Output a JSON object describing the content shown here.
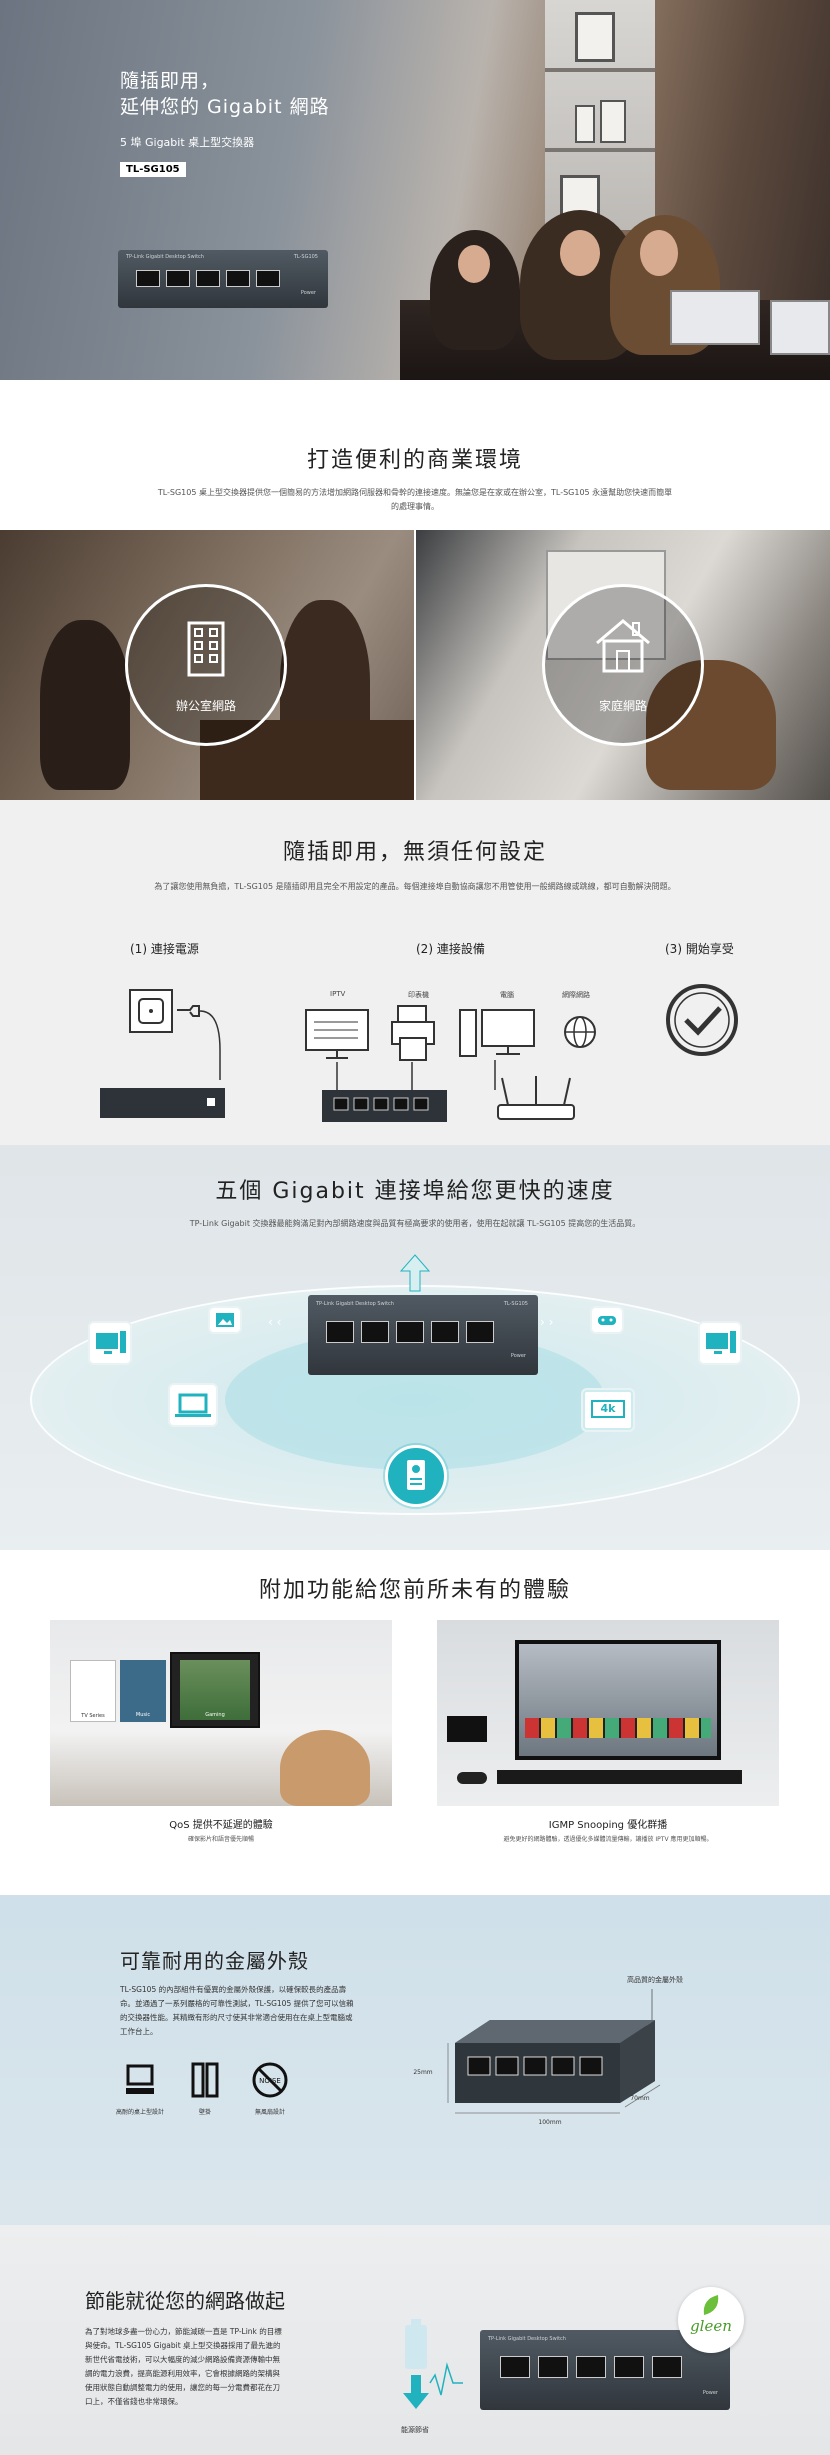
{
  "hero": {
    "title_line1": "隨插即用，",
    "title_line2": "延伸您的 Gigabit 網路",
    "subtitle": "5 埠 Gigabit 桌上型交換器",
    "model": "TL-SG105",
    "device_brand": "TP-Link Gigabit Desktop Switch",
    "device_model": "TL-SG105",
    "device_power": "Power"
  },
  "business": {
    "title": "打造便利的商業環境",
    "text": "TL-SG105 桌上型交換器提供您一個簡易的方法增加網路伺服器和骨幹的連接速度。無論您是在家或在辦公室，TL-SG105 永遠幫助您快速而簡單的處理事情。"
  },
  "scenes": {
    "office": "辦公室網路",
    "home": "家庭網路"
  },
  "plug": {
    "title": "隨插即用，無須任何設定",
    "text": "為了讓您使用無負擔，TL-SG105 是隨插即用且完全不用設定的產品。每個連接埠自動協商讓您不用管使用一般網路線或跳線，都可自動解決問題。",
    "step1": "(1) 連接電源",
    "step2": "(2) 連接設備",
    "step3": "(3) 開始享受",
    "devices": [
      "IPTV",
      "印表機",
      "電腦",
      "網際網路"
    ]
  },
  "giga": {
    "title": "五個 Gigabit 連接埠給您更快的速度",
    "text": "TP-Link Gigabit 交換器最能夠滿足對內部網路速度與品質有極高要求的使用者，使用在起就讓 TL-SG105 提高您的生活品質。",
    "badge_4k": "4k"
  },
  "extras": {
    "title": "附加功能給您前所未有的體驗",
    "qos_title": "QoS 提供不延遲的體驗",
    "qos_text": "確保影片和語音優先順暢",
    "igmp_title": "IGMP Snooping 優化群播",
    "igmp_text": "避免更好的網路體驗，透過優化多媒體流量傳輸，讓播放 IPTV 應用更加順暢。",
    "tv_tiles": [
      "TV Series",
      "Music",
      "Gaming"
    ]
  },
  "metal": {
    "title": "可靠耐用的金屬外殼",
    "text": "TL-SG105 的內部組件有優異的金屬外殼保護，以確保較長的產品壽命。並通過了一系列嚴格的可靠性測試，TL-SG105 提供了您可以信賴的交換器性能。其精緻有形的尺寸使其非常適合使用在在桌上型電腦或工作台上。",
    "case_label": "高品質的金屬外殼",
    "dim_h": "25mm",
    "dim_d": "70mm",
    "dim_w": "100mm",
    "icons": [
      "高耐的桌上型設計",
      "壁掛",
      "無風扇設計"
    ],
    "noise": "NOISE"
  },
  "energy": {
    "title": "節能就從您的網路做起",
    "text": "為了對地球多盡一份心力，節能減碳一直是 TP-Link 的目標與使命。TL-SG105 Gigabit 桌上型交換器採用了最先進的新世代省電技術，可以大幅度的減少網路設備資源傳輸中無謂的電力浪費，提高能源利用效率，它會根據網路的架構與使用狀態自動調整電力的使用，讓您的每一分電費都花在刀口上，不僅省錢也非常環保。",
    "battery_label": "能源節省",
    "logo": "gleen"
  },
  "colors": {
    "accent": "#20b3bf",
    "dark": "#3a4148"
  }
}
